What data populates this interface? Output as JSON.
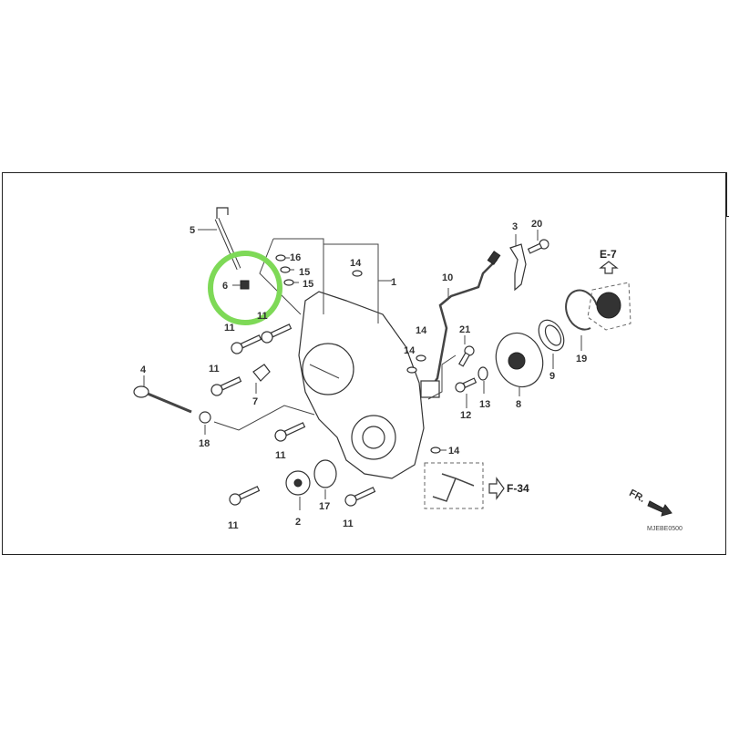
{
  "diagram": {
    "callouts": [
      "1",
      "2",
      "3",
      "4",
      "5",
      "6",
      "7",
      "8",
      "9",
      "10",
      "11",
      "12",
      "13",
      "14",
      "15",
      "16",
      "17",
      "18",
      "19",
      "20",
      "21"
    ],
    "refs": {
      "e7": "E-7",
      "f34": "F-34",
      "front": "FR."
    },
    "code": "MJEBE0500",
    "highlight": {
      "part": "6",
      "color": "#7ed957"
    }
  }
}
